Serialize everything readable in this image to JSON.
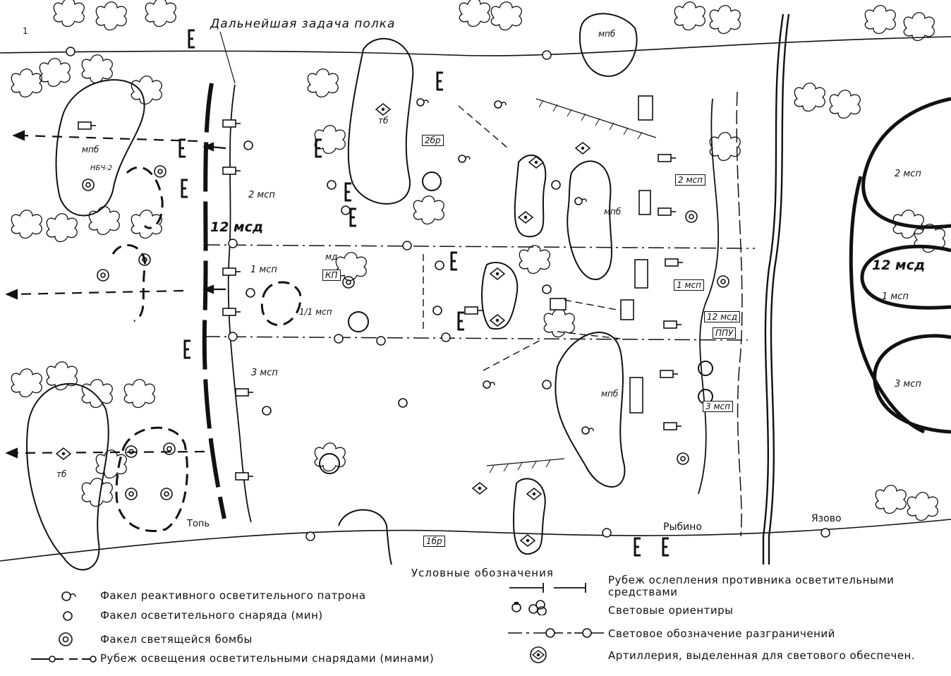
{
  "map": {
    "figure_number": "1",
    "title_task": "Дальнейшая задача полка",
    "division_label": "12 мсд",
    "enemy_division_label": "12 мсд",
    "units": {
      "msp2": "2 мсп",
      "msp1": "1 мсп",
      "msp3": "3 мсп",
      "mpb_top_left": "мпб",
      "mpb_top_right": "мпб",
      "mpb_center": "мпб",
      "mpb_bottom": "мпб",
      "tb_top": "тб",
      "tb_bottom": "тб",
      "bmp": "НБЧ-2",
      "br2": "2бр",
      "br1": "1бр",
      "msp_1_1": "1/1 мсп",
      "kp": "КП",
      "md": "мд",
      "enemy_2msp": "2 мсп",
      "enemy_1msp": "1 мсп",
      "enemy_3msp": "3 мсп",
      "enemy_1msp_box": "1 мсп",
      "enemy_2msp_box": "2 мсп",
      "enemy_3msp_box": "3 мсп",
      "enemy_12msd_box": "12 мсд",
      "enemy_ppu": "ППУ"
    },
    "places": {
      "top": "Топь",
      "rybino": "Рыбино",
      "yazovo": "Язово"
    }
  },
  "legend": {
    "title": "Условные обозначения",
    "items_left": [
      {
        "icon": "rocket-flare-icon",
        "text": "Факел реактивного осветительного патрона"
      },
      {
        "icon": "shell-flare-icon",
        "text": "Факел осветительного снаряда (мин)"
      },
      {
        "icon": "bomb-flare-icon",
        "text": "Факел светящейся бомбы"
      },
      {
        "icon": "illumination-line-icon",
        "text": "Рубеж освещения осветительными снарядами (минами)"
      }
    ],
    "items_right": [
      {
        "icon": "blinding-line-icon",
        "text": "Рубеж ослепления противника осветительными средствами"
      },
      {
        "icon": "light-landmarks-icon",
        "text": "Световые ориентиры"
      },
      {
        "icon": "boundary-line-icon",
        "text": "Световое обозначение разграничений"
      },
      {
        "icon": "artillery-icon",
        "text": "Артиллерия, выделенная для светового обеспечен."
      }
    ]
  },
  "colors": {
    "ink": "#111111",
    "paper": "#ffffff"
  }
}
